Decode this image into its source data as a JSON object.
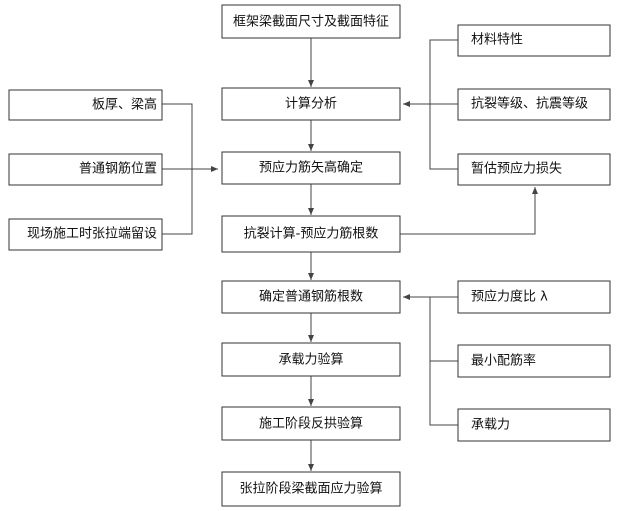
{
  "diagram": {
    "center": {
      "n1": "框架梁截面尺寸及截面特征",
      "n2": "计算分析",
      "n3": "预应力筋矢高确定",
      "n4": "抗裂计算-预应力筋根数",
      "n5": "确定普通钢筋根数",
      "n6": "承载力验算",
      "n7": "施工阶段反拱验算",
      "n8": "张拉阶段梁截面应力验算"
    },
    "left": {
      "l1": "板厚、梁高",
      "l2": "普通钢筋位置",
      "l3": "现场施工时张拉端留设"
    },
    "right": {
      "r1": "材料特性",
      "r2": "抗裂等级、抗震等级",
      "r3": "暂估预应力损失",
      "r4": "预应力度比 λ",
      "r5": "最小配筋率",
      "r6": "承载力"
    }
  }
}
